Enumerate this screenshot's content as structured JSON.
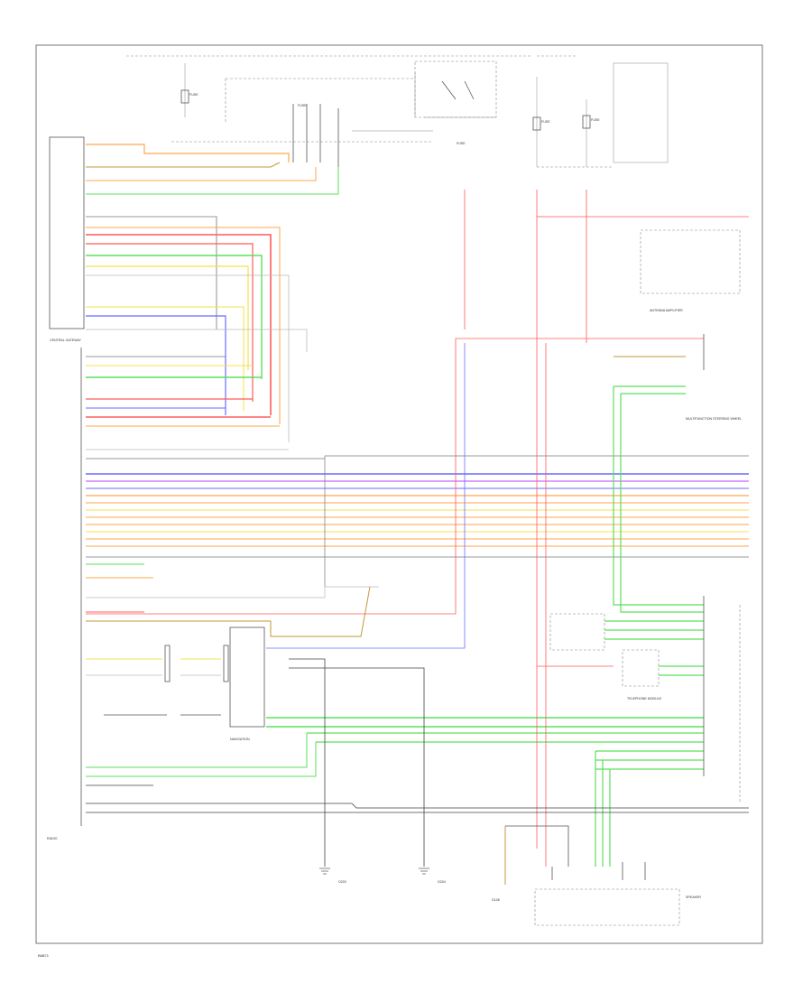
{
  "diagram": {
    "footer_label": "B6B71",
    "fuse_labels": [
      "FUSE",
      "FUSE",
      "FUSE",
      "FUSE",
      "FUSE"
    ],
    "module_labels": [
      "CENTRAL GATEWAY",
      "RADIO",
      "NAVIGATION",
      "ANTENNA AMPLIFIER",
      "MULTIFUNCTION STEERING WHEEL",
      "TELEPHONE MODULE",
      "SPEAKER",
      "G203",
      "G204",
      "G106"
    ],
    "wire_colors": {
      "red": "#ff5b5b",
      "orange": "#ffa64d",
      "yellow": "#f5e14d",
      "green": "#5be05b",
      "blue": "#6b6bff",
      "violet": "#c46bff",
      "brown": "#c29a3a",
      "gray": "#9a9a9a",
      "black": "#444444"
    }
  }
}
